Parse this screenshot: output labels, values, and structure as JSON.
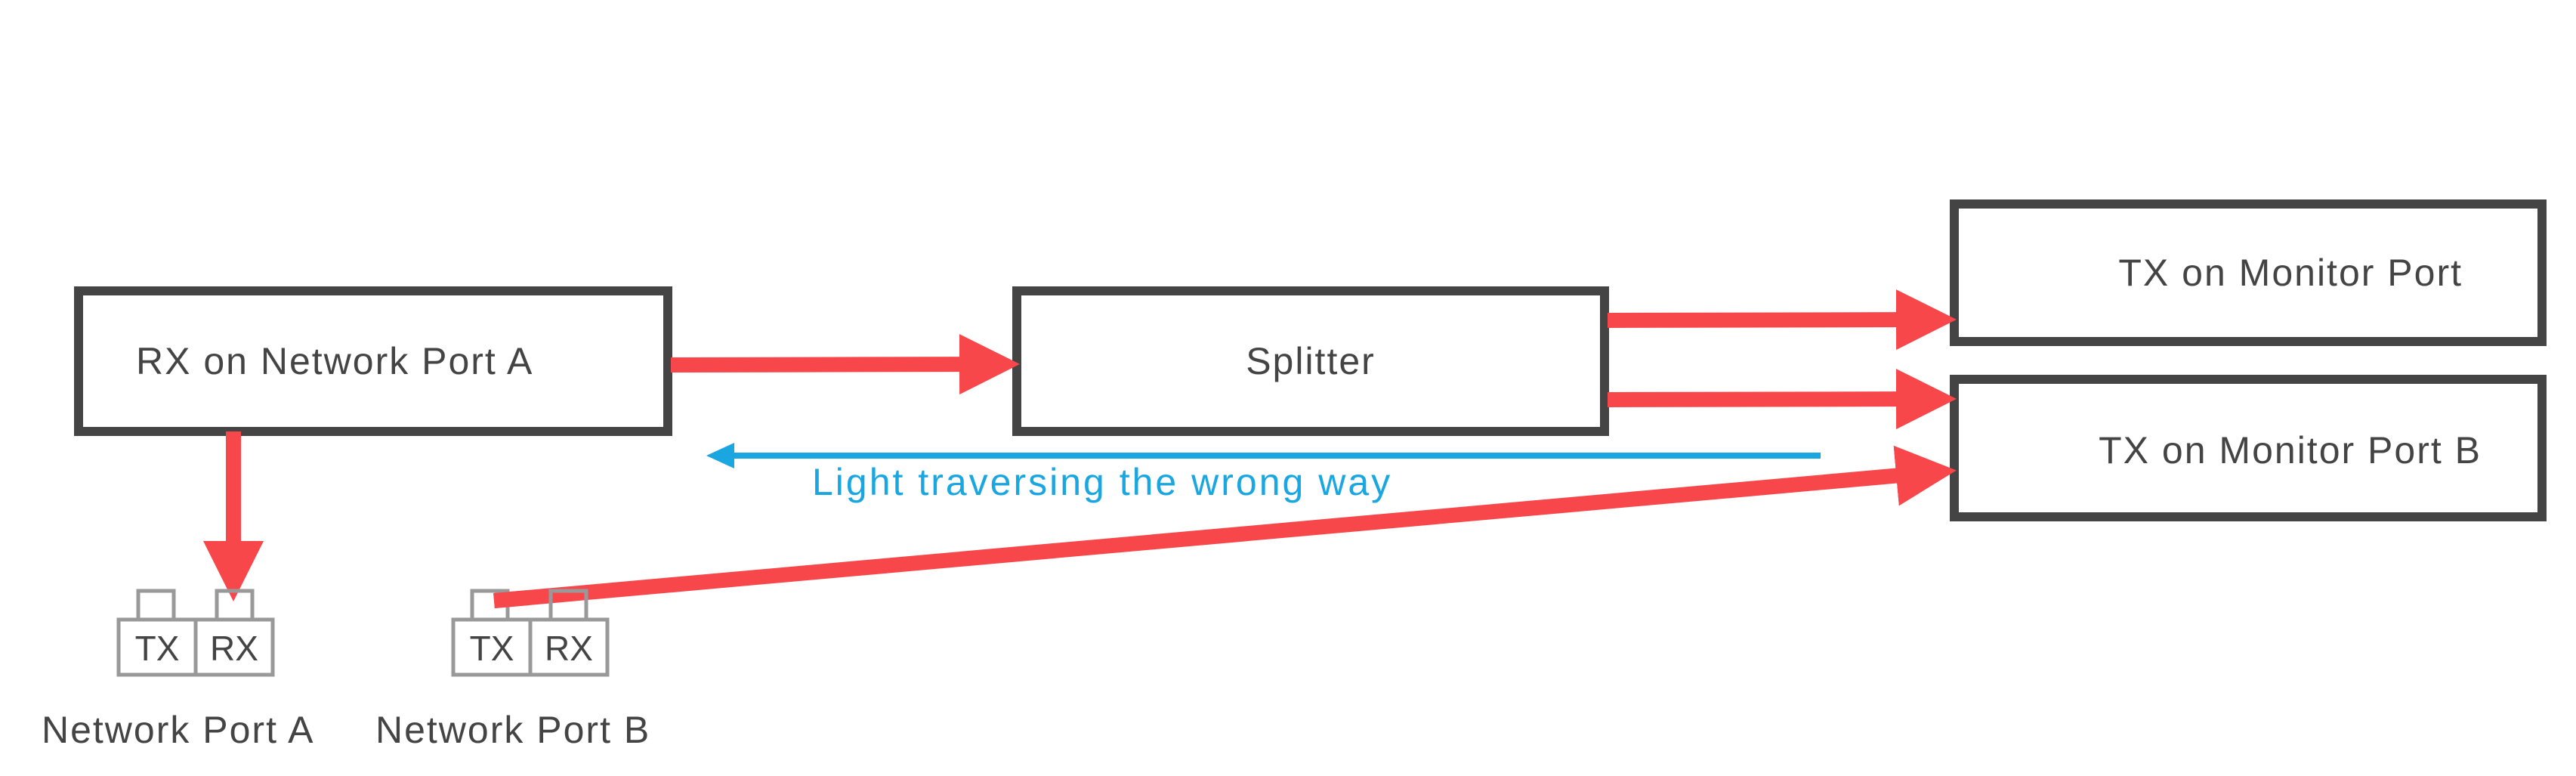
{
  "boxes": {
    "rx_network_a": "RX on Network Port A",
    "splitter": "Splitter",
    "tx_monitor": "TX on Monitor Port",
    "tx_monitor_b": "TX on Monitor Port B"
  },
  "ports": {
    "a": {
      "tx": "TX",
      "rx": "RX",
      "label": "Network Port A"
    },
    "b": {
      "tx": "TX",
      "rx": "RX",
      "label": "Network Port B"
    }
  },
  "annotation": "Light traversing the wrong way",
  "colors": {
    "arrow": "#f7474b",
    "wrong_way": "#1aa6e0",
    "box_stroke": "#444444",
    "port_stroke": "#999999",
    "text": "#444444"
  }
}
